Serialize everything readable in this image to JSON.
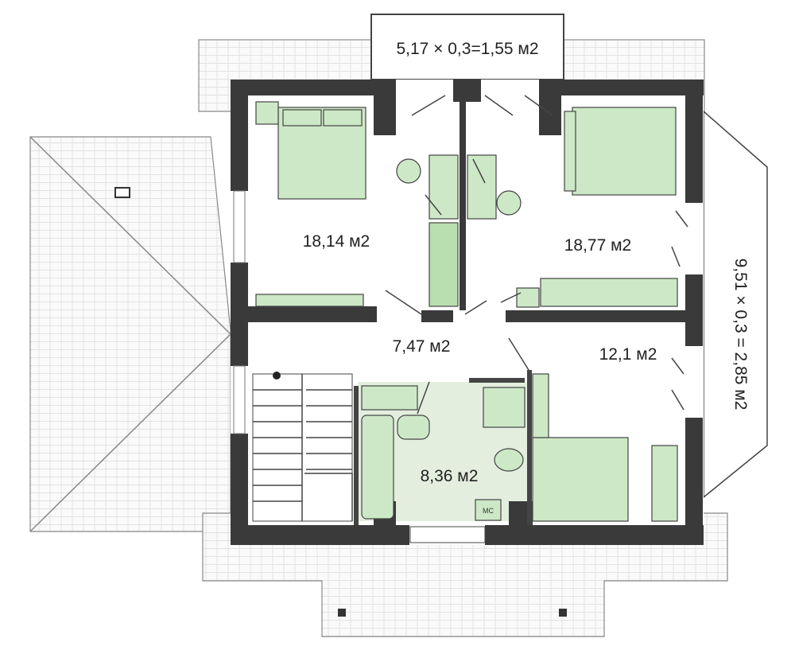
{
  "plan": {
    "balcony_top_label": "5,17 × 0,3=1,55 м2",
    "bay_label": "9,51 × 0,3 = 2,85 м2",
    "rooms": [
      {
        "name": "bedroom-left",
        "area": "18,14 м2"
      },
      {
        "name": "bedroom-right",
        "area": "18,77 м2"
      },
      {
        "name": "hall",
        "area": "7,47 м2"
      },
      {
        "name": "bedroom-small",
        "area": "12,1 м2"
      },
      {
        "name": "bathroom",
        "area": "8,36 м2"
      }
    ],
    "wc_label": "MC",
    "colors": {
      "wall": "#3a3a3a",
      "furniture": "#cde8c6",
      "bathroom_floor": "#e3eedf"
    }
  }
}
